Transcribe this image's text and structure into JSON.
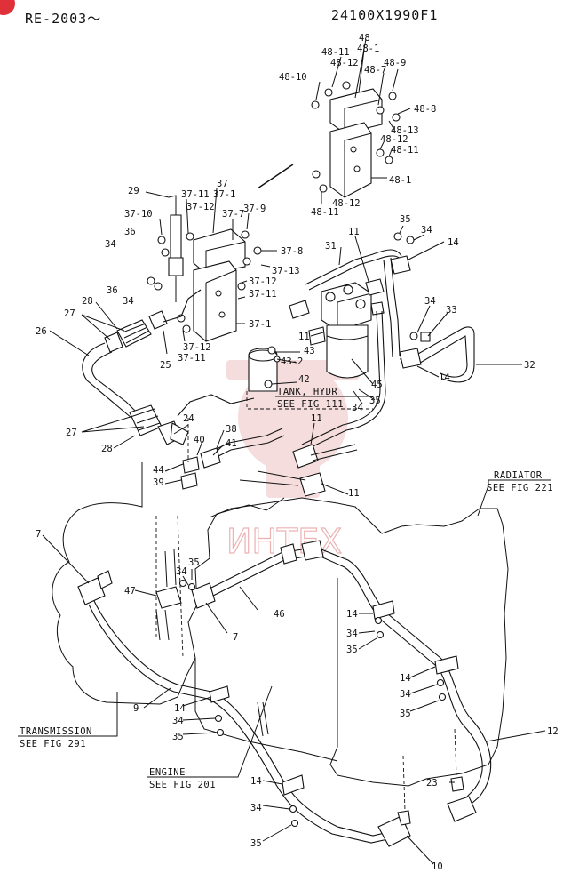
{
  "header": {
    "model": "RE-2003～",
    "part_number": "24100X1990F1"
  },
  "watermark": {
    "text": "ИНТЕХ",
    "color": "#e8a0a0"
  },
  "corner_badge": {
    "color": "#e0303a"
  },
  "refs": {
    "tank_hydr": [
      "TANK, HYDR",
      "SEE FIG 111"
    ],
    "radiator": [
      "RADIATOR",
      "SEE FIG 221"
    ],
    "transmission": [
      "TRANSMISSION",
      "SEE FIG 291"
    ],
    "engine": [
      "ENGINE",
      "SEE FIG 201"
    ]
  },
  "labels": [
    "48",
    "48-1",
    "48-11",
    "48-12",
    "48-7",
    "48-9",
    "48-10",
    "48-8",
    "48-13",
    "48-12",
    "48-11",
    "48-1",
    "48-12",
    "48-11",
    "37",
    "37-1",
    "29",
    "37-11",
    "37-12",
    "37-7",
    "37-9",
    "37-10",
    "36",
    "34",
    "37-8",
    "37-13",
    "36",
    "34",
    "37-12",
    "37-11",
    "37-1",
    "37-12",
    "37-11",
    "28",
    "27",
    "26",
    "25",
    "35",
    "34",
    "14",
    "31",
    "11",
    "34",
    "33",
    "11",
    "43",
    "43-2",
    "42",
    "45",
    "35",
    "34",
    "32",
    "14",
    "24",
    "38",
    "41",
    "40",
    "44",
    "39",
    "27",
    "28",
    "11",
    "11",
    "7",
    "47",
    "34",
    "35",
    "46",
    "7",
    "9",
    "14",
    "34",
    "35",
    "14",
    "34",
    "35",
    "14",
    "34",
    "35",
    "23",
    "12",
    "14",
    "34",
    "35",
    "10"
  ]
}
